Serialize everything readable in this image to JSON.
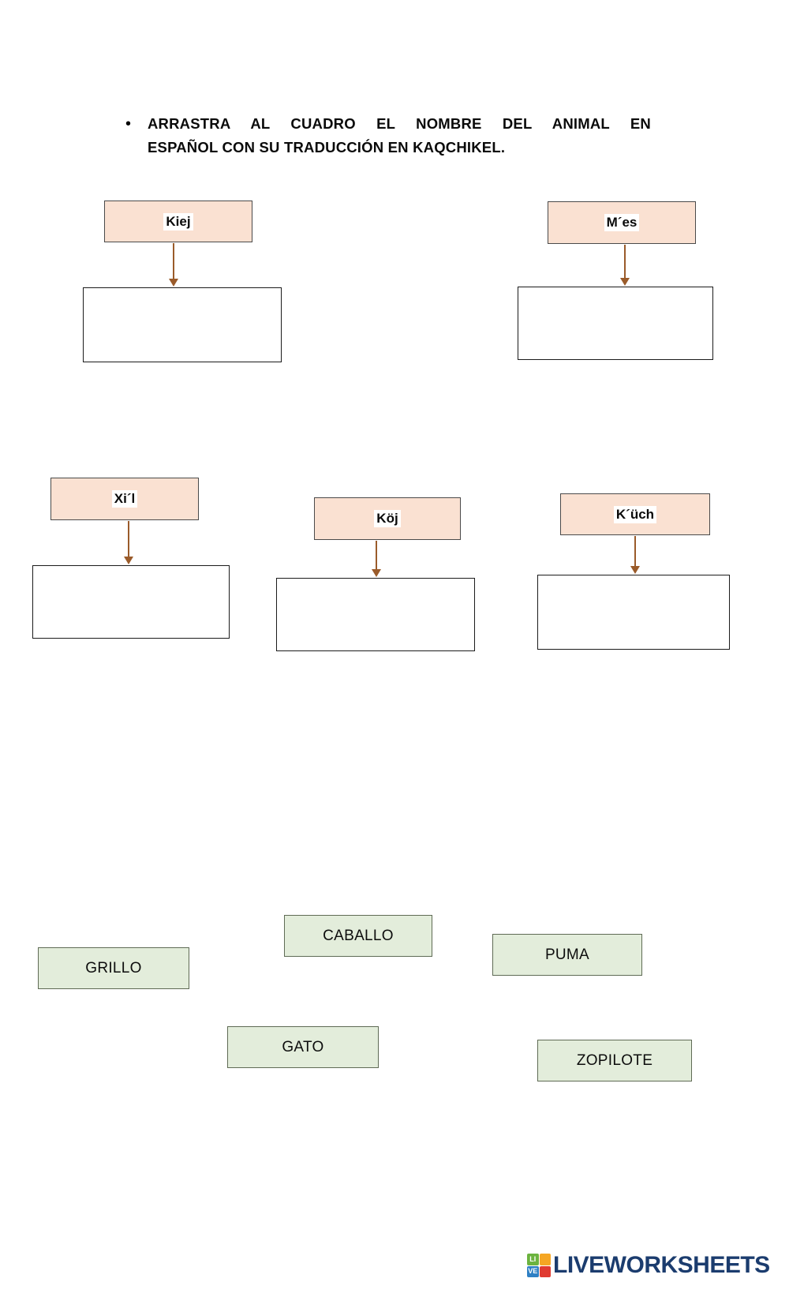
{
  "worksheet": {
    "instruction": {
      "bullet": "•",
      "line1": "ARRASTRA AL CUADRO EL NOMBRE DEL ANIMAL EN",
      "line2": "ESPAÑOL CON SU TRADUCCIÓN EN KAQCHIKEL."
    },
    "terms": [
      {
        "id": "kiej",
        "label": "Kiej"
      },
      {
        "id": "mes",
        "label": "M´es"
      },
      {
        "id": "xil",
        "label": "Xi´l"
      },
      {
        "id": "koj",
        "label": "Köj"
      },
      {
        "id": "kuch",
        "label": "K´üch"
      }
    ],
    "drop_boxes": [
      {
        "id": "drop-kiej",
        "value": ""
      },
      {
        "id": "drop-mes",
        "value": ""
      },
      {
        "id": "drop-xil",
        "value": ""
      },
      {
        "id": "drop-koj",
        "value": ""
      },
      {
        "id": "drop-kuch",
        "value": ""
      }
    ],
    "answer_chips": [
      {
        "id": "caballo",
        "label": "CABALLO"
      },
      {
        "id": "puma",
        "label": "PUMA"
      },
      {
        "id": "grillo",
        "label": "GRILLO"
      },
      {
        "id": "gato",
        "label": "GATO"
      },
      {
        "id": "zopilote",
        "label": "ZOPILOTE"
      }
    ],
    "footer": {
      "logo_tiles": [
        "LI",
        "",
        "VE",
        ""
      ],
      "logo_text": "LIVEWORKSHEETS"
    },
    "colors": {
      "term_bg": "#fae1d2",
      "chip_bg": "#e3eddb",
      "arrow": "#9a5b2a",
      "logo_navy": "#1b3c6e"
    }
  }
}
